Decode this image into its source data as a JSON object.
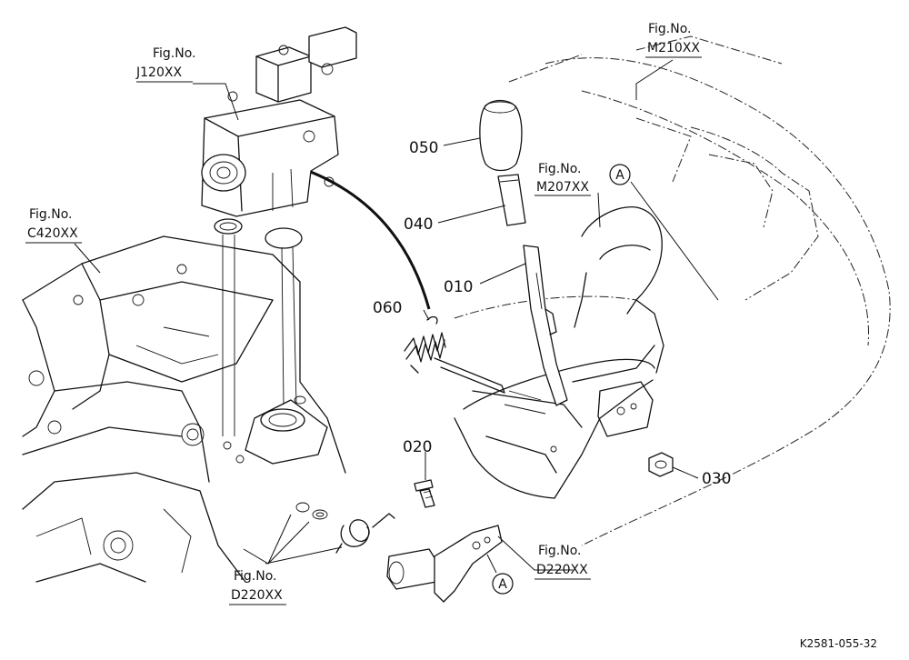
{
  "fig_refs": [
    {
      "id": "j120",
      "line1": "Fig.No.",
      "line2": "J120XX"
    },
    {
      "id": "m210",
      "line1": "Fig.No.",
      "line2": "M210XX"
    },
    {
      "id": "c420",
      "line1": "Fig.No.",
      "line2": "C420XX"
    },
    {
      "id": "m207",
      "line1": "Fig.No.",
      "line2": "M207XX"
    },
    {
      "id": "d220a",
      "line1": "Fig.No.",
      "line2": "D220XX"
    },
    {
      "id": "d220b",
      "line1": "Fig.No.",
      "line2": "D220XX"
    }
  ],
  "part_numbers": [
    "050",
    "040",
    "010",
    "060",
    "020",
    "030"
  ],
  "reference_marks": [
    "A",
    "A"
  ],
  "drawing_code": "K2581-055-32"
}
